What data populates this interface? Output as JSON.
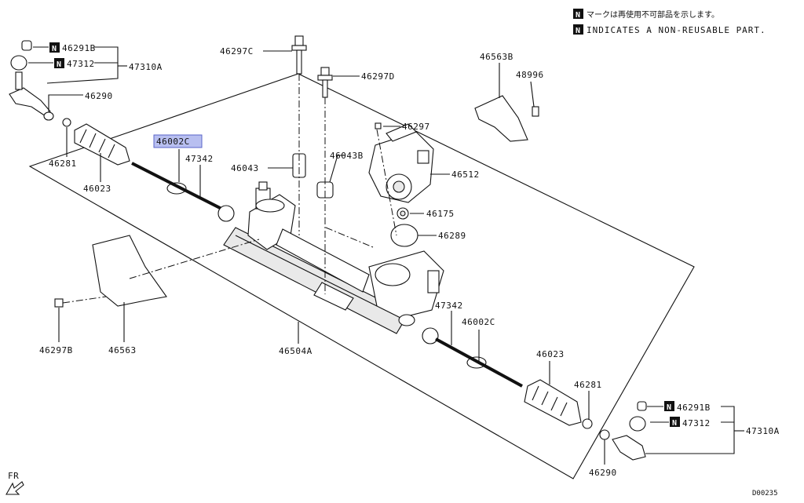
{
  "notes": {
    "badge": "N",
    "japanese": "マークは再使用不可部品を示します。",
    "english": "INDICATES A NON-REUSABLE PART."
  },
  "labels": {
    "p46291B_l": "46291B",
    "p47312_l": "47312",
    "p47310A_l": "47310A",
    "p46290_l": "46290",
    "p46281_l": "46281",
    "p46023_l": "46023",
    "p46002C_l": "46002C",
    "p47342_l": "47342",
    "p46297C": "46297C",
    "p46297D": "46297D",
    "p46043": "46043",
    "p46043B": "46043B",
    "p46297": "46297",
    "p46512": "46512",
    "p46175": "46175",
    "p46289": "46289",
    "p46563B": "46563B",
    "p48996": "48996",
    "p46297B": "46297B",
    "p46563": "46563",
    "p46504A": "46504A",
    "p47342_r": "47342",
    "p46002C_r": "46002C",
    "p46023_r": "46023",
    "p46281_r": "46281",
    "p46291B_r": "46291B",
    "p47312_r": "47312",
    "p47310A_r": "47310A",
    "p46290_r": "46290"
  },
  "footer": {
    "fr": "FR",
    "code": "D00235"
  }
}
